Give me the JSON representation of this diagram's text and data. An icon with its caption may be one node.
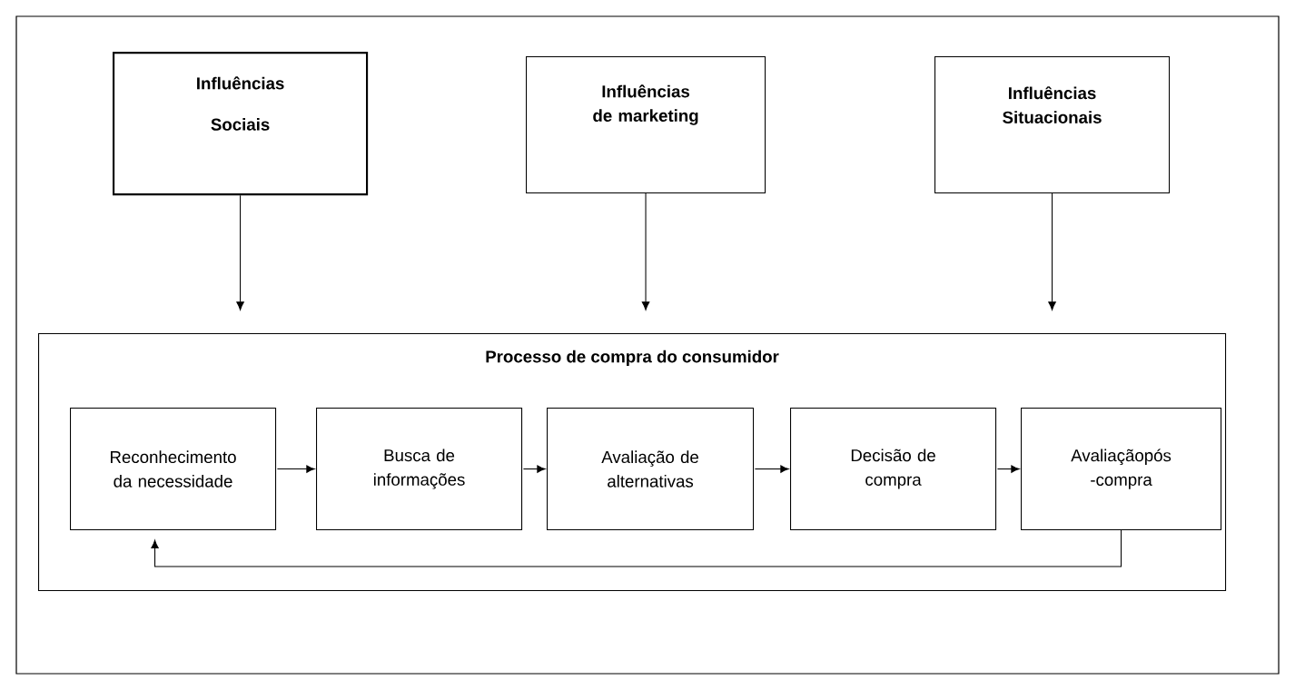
{
  "diagram": {
    "nodes": [
      {
        "text": [
          "Influências Sociais"
        ]
      },
      {
        "text": [
          "Influências de marketing"
        ]
      },
      {
        "text": [
          "Influências Situacionais"
        ]
      },
      {
        "text": [
          "Processo de compra do consumidor"
        ]
      },
      {
        "text": [
          "Reconhecimento da necessidade"
        ],
        "in": 3
      },
      {
        "text": [
          "Busca de informações"
        ],
        "in": 3
      },
      {
        "text": [
          "Avaliação de alternativas"
        ],
        "in": 3
      },
      {
        "text": [
          "Decisão de compra"
        ],
        "in": 3
      },
      {
        "text": [
          "Avaliaçãopós -compra"
        ],
        "in": 3
      }
    ],
    "edges": [
      {
        "from": 0,
        "to": 3,
        "arrow": "to"
      },
      {
        "from": 1,
        "to": 3,
        "arrow": "to"
      },
      {
        "from": 2,
        "to": 3,
        "arrow": "to"
      },
      {
        "from": 4,
        "to": 5,
        "arrow": "to"
      },
      {
        "from": 5,
        "to": 6,
        "arrow": "to"
      },
      {
        "from": 6,
        "to": 7,
        "arrow": "to"
      },
      {
        "from": 7,
        "to": 8,
        "arrow": "to"
      },
      {
        "from": 8,
        "to": 4,
        "arrow": "to"
      }
    ]
  }
}
